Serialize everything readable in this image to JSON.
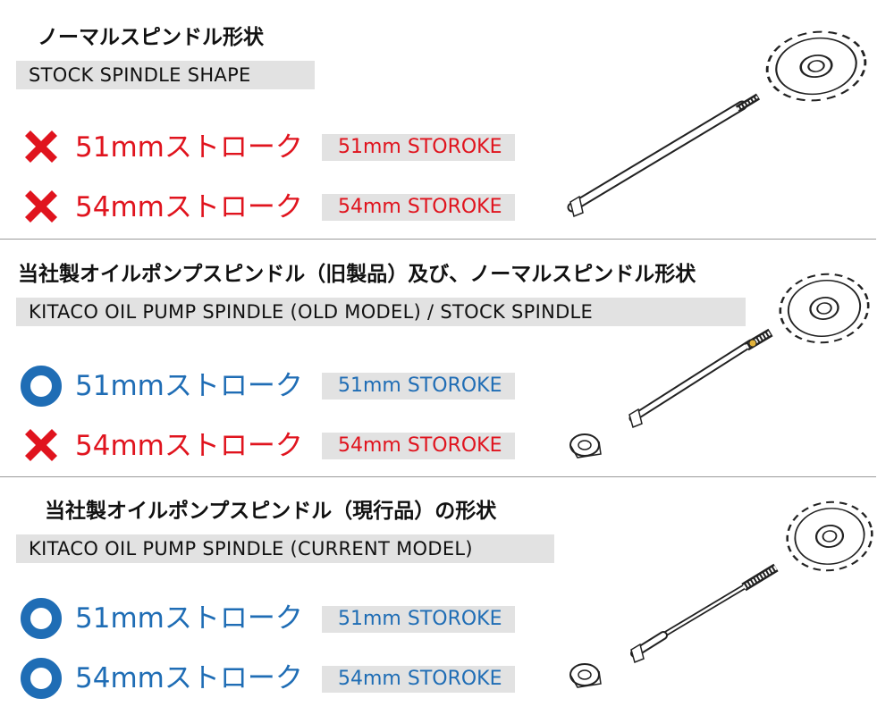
{
  "colors": {
    "ng": "#e0141e",
    "ok": "#1f6db5",
    "label_bg": "#e2e2e2"
  },
  "sections": [
    {
      "jp_title": "ノーマルスピンドル形状",
      "en_title": "STOCK SPINDLE SHAPE",
      "rows": [
        {
          "status": "ng",
          "icon": "cross-icon",
          "jp": "51mmストローク",
          "en": "51mm STOROKE"
        },
        {
          "status": "ng",
          "icon": "cross-icon",
          "jp": "54mmストローク",
          "en": "54mm STOROKE"
        }
      ]
    },
    {
      "jp_title": "当社製オイルポンプスピンドル（旧製品）及び、ノーマルスピンドル形状",
      "en_title": "KITACO OIL PUMP SPINDLE (OLD MODEL) / STOCK SPINDLE",
      "rows": [
        {
          "status": "ok",
          "icon": "circle-icon",
          "jp": "51mmストローク",
          "en": "51mm STOROKE"
        },
        {
          "status": "ng",
          "icon": "cross-icon",
          "jp": "54mmストローク",
          "en": "54mm STOROKE"
        }
      ]
    },
    {
      "jp_title": "当社製オイルポンプスピンドル（現行品）の形状",
      "en_title": "KITACO OIL PUMP SPINDLE (CURRENT MODEL)",
      "rows": [
        {
          "status": "ok",
          "icon": "circle-icon",
          "jp": "51mmストローク",
          "en": "51mm STOROKE"
        },
        {
          "status": "ok",
          "icon": "circle-icon",
          "jp": "54mmストローク",
          "en": "54mm STOROKE"
        }
      ]
    }
  ]
}
